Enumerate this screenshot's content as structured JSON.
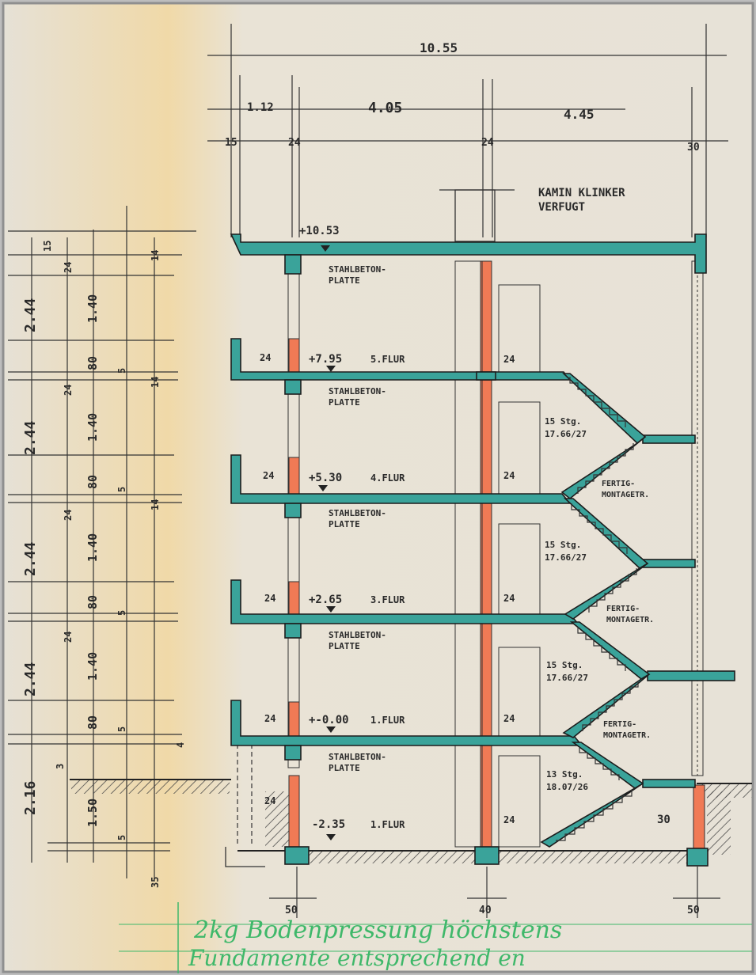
{
  "dimensions": {
    "total_width": "10.55",
    "bay_left": "1.12",
    "bay_mid": "4.05",
    "bay_right": "4.45",
    "wall_15": "15",
    "wall_24a": "24",
    "wall_24b": "24",
    "wall_30": "30"
  },
  "roof_note": [
    "KAMIN KLINKER",
    "VERFUGT"
  ],
  "levels": [
    {
      "elev": "+10.53"
    },
    {
      "elev": "+7.95",
      "floor": "5.FLUR",
      "wall": "24"
    },
    {
      "elev": "+5.30",
      "floor": "4.FLUR",
      "wall": "24"
    },
    {
      "elev": "+2.65",
      "floor": "3.FLUR",
      "wall": "24"
    },
    {
      "elev": "+-0.00",
      "floor": "1.FLUR",
      "wall": "24"
    },
    {
      "elev": "-2.35",
      "floor": "1.FLUR",
      "wall": "24"
    }
  ],
  "slab_label": [
    "STAHLBETON-",
    "PLATTE"
  ],
  "stair_labels": [
    {
      "line1": "15 Stg.",
      "line2": "17.66/27"
    },
    {
      "line1": "15 Stg.",
      "line2": "17.66/27"
    },
    {
      "line1": "15 Stg.",
      "line2": "17.66/27"
    },
    {
      "line1": "13 Stg.",
      "line2": "18.07/26"
    }
  ],
  "precast_label": [
    "FERTIG-",
    "MONTAGETR."
  ],
  "left_dims": {
    "storey": [
      "2.44",
      "2.44",
      "2.44",
      "2.44",
      "2.16"
    ],
    "parts": [
      "1.40",
      "80",
      "1.40",
      "80",
      "1.40",
      "80",
      "1.40",
      "80",
      "1.50"
    ],
    "small": [
      "15",
      "24",
      "5",
      "14",
      "24",
      "5",
      "14",
      "24",
      "5",
      "14",
      "24",
      "5",
      "4",
      "3",
      "5",
      "35"
    ]
  },
  "inner_wall_label": "24",
  "basement_wall": "30",
  "foundations": [
    "50",
    "40",
    "50"
  ],
  "note": {
    "line1": "2kg Bodenpressung höchstens",
    "line2": "Fundamente entsprechend en"
  },
  "colors": {
    "paper": "#e9e3d6",
    "slab": "#3aa39a",
    "masonry": "#f07a55",
    "note": "#3fb86a"
  }
}
